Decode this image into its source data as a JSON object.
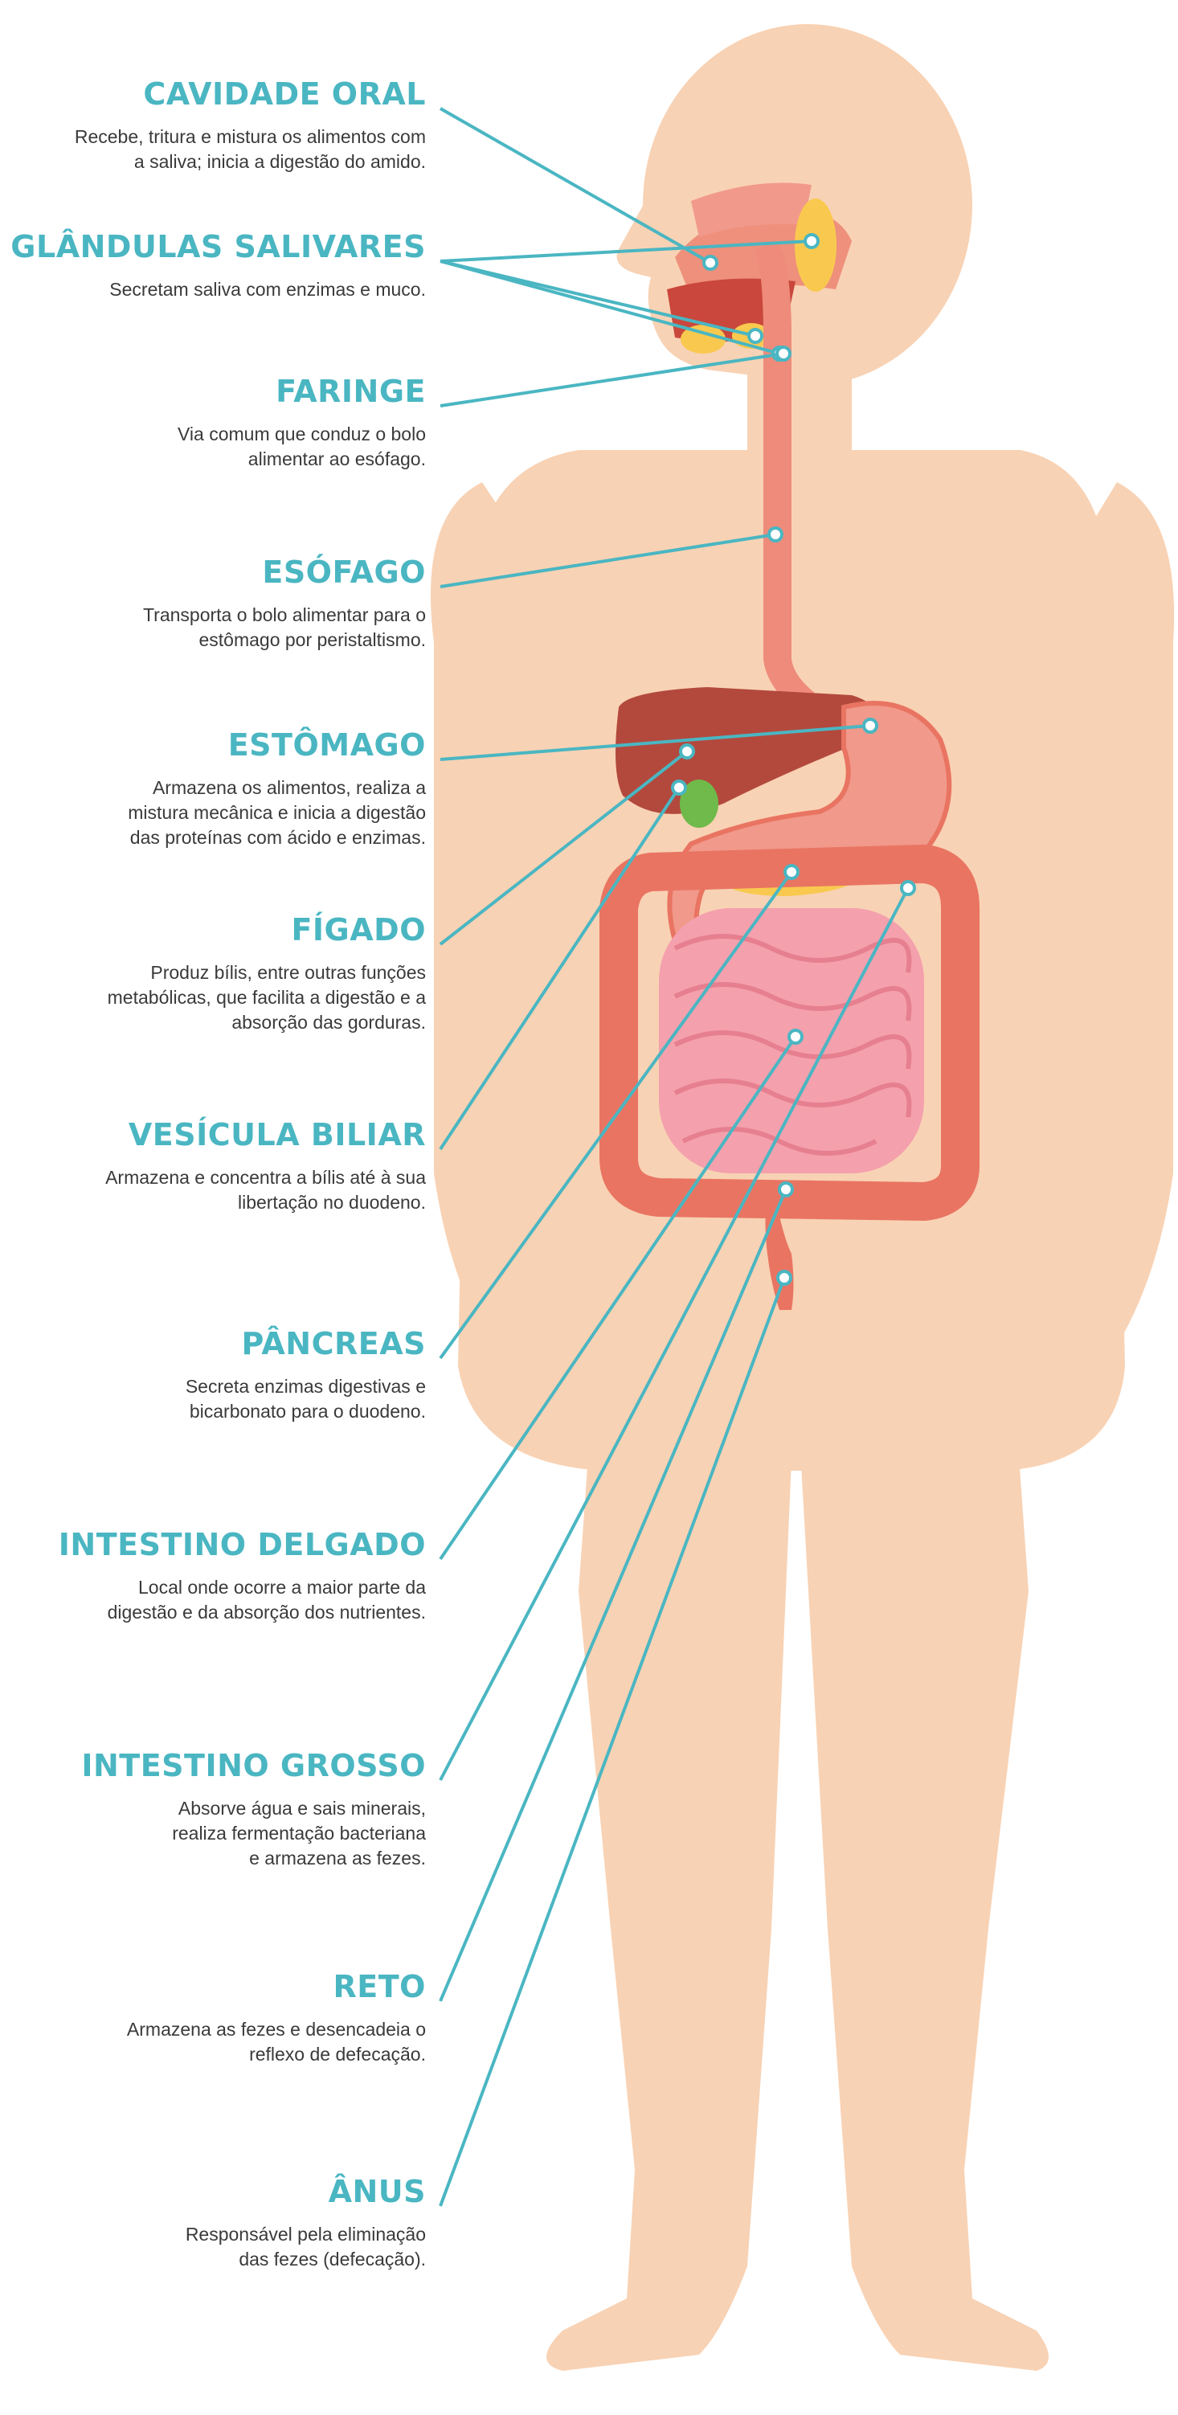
{
  "colors": {
    "title": "#4ab6c2",
    "body": "#3a3a3a",
    "skin": "#f8d2b4",
    "leader": "#4ab6c2",
    "liver": "#b3493d",
    "stomach": "#f1998b",
    "intestine": "#f4a0ad",
    "colon": "#e97462",
    "gland": "#f9c94f"
  },
  "labels": [
    {
      "title": "CAVIDADE ORAL",
      "desc": [
        "Recebe, tritura e mistura os alimentos com",
        "a saliva; inicia a digestão do amido."
      ]
    },
    {
      "title": "GLÂNDULAS SALIVARES",
      "desc": [
        "Secretam saliva com enzimas e muco."
      ]
    },
    {
      "title": "FARINGE",
      "desc": [
        "Via comum que conduz o bolo",
        "alimentar ao esófago."
      ]
    },
    {
      "title": "ESÓFAGO",
      "desc": [
        "Transporta o bolo alimentar para o",
        "estômago por peristaltismo."
      ]
    },
    {
      "title": "ESTÔMAGO",
      "desc": [
        "Armazena os alimentos, realiza a",
        "mistura mecânica e inicia a digestão",
        "das proteínas com ácido e enzimas."
      ]
    },
    {
      "title": "FÍGADO",
      "desc": [
        "Produz bílis, entre outras funções",
        "metabólicas, que facilita a digestão e a",
        "absorção das gorduras."
      ]
    },
    {
      "title": "VESÍCULA BILIAR",
      "desc": [
        "Armazena e concentra a bílis até à sua",
        "libertação no duodeno."
      ]
    },
    {
      "title": "PÂNCREAS",
      "desc": [
        "Secreta enzimas digestivas e",
        "bicarbonato para o duodeno."
      ]
    },
    {
      "title": "INTESTINO DELGADO",
      "desc": [
        "Local onde ocorre a maior parte da",
        "digestão e da absorção dos nutrientes."
      ]
    },
    {
      "title": "INTESTINO GROSSO",
      "desc": [
        "Absorve água e sais minerais,",
        "realiza fermentação bacteriana",
        "e armazena as fezes."
      ]
    },
    {
      "title": "RETO",
      "desc": [
        "Armazena as fezes e desencadeia o",
        "reflexo de defecação."
      ]
    },
    {
      "title": "ÂNUS",
      "desc": [
        "Responsável pela eliminação",
        "das fezes (defecação)."
      ]
    }
  ]
}
